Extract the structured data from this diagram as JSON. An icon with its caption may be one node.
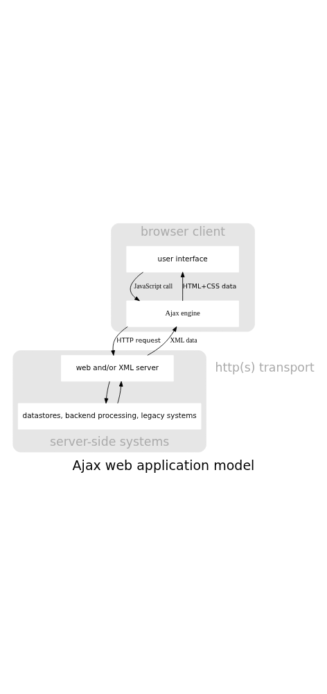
{
  "diagram": {
    "caption": "Ajax web application model",
    "nodes": [
      {
        "text": [
          "browser client"
        ]
      },
      {
        "text": [
          "user interface"
        ],
        "in": 0
      },
      {
        "text": [
          "Ajax engine"
        ],
        "in": 0
      },
      {
        "text": [
          "server-side systems"
        ]
      },
      {
        "text": [
          "web and/or XML server"
        ],
        "in": 3
      },
      {
        "text": [
          "datastores, backend processing, legacy systems"
        ],
        "in": 3
      }
    ],
    "edges": [
      {
        "from": 1,
        "to": 2,
        "arrow": "to",
        "label": "JavaScript call"
      },
      {
        "from": 2,
        "to": 1,
        "arrow": "to",
        "label": "HTML+CSS data"
      },
      {
        "from": 2,
        "to": 4,
        "arrow": "to",
        "label": "HTTP request"
      },
      {
        "from": 4,
        "to": 2,
        "arrow": "to",
        "label": "XML data"
      },
      {
        "from": 4,
        "to": 5,
        "arrow": "to"
      },
      {
        "from": 5,
        "to": 4,
        "arrow": "to"
      }
    ],
    "labels": [
      "http(s) transport"
    ]
  }
}
